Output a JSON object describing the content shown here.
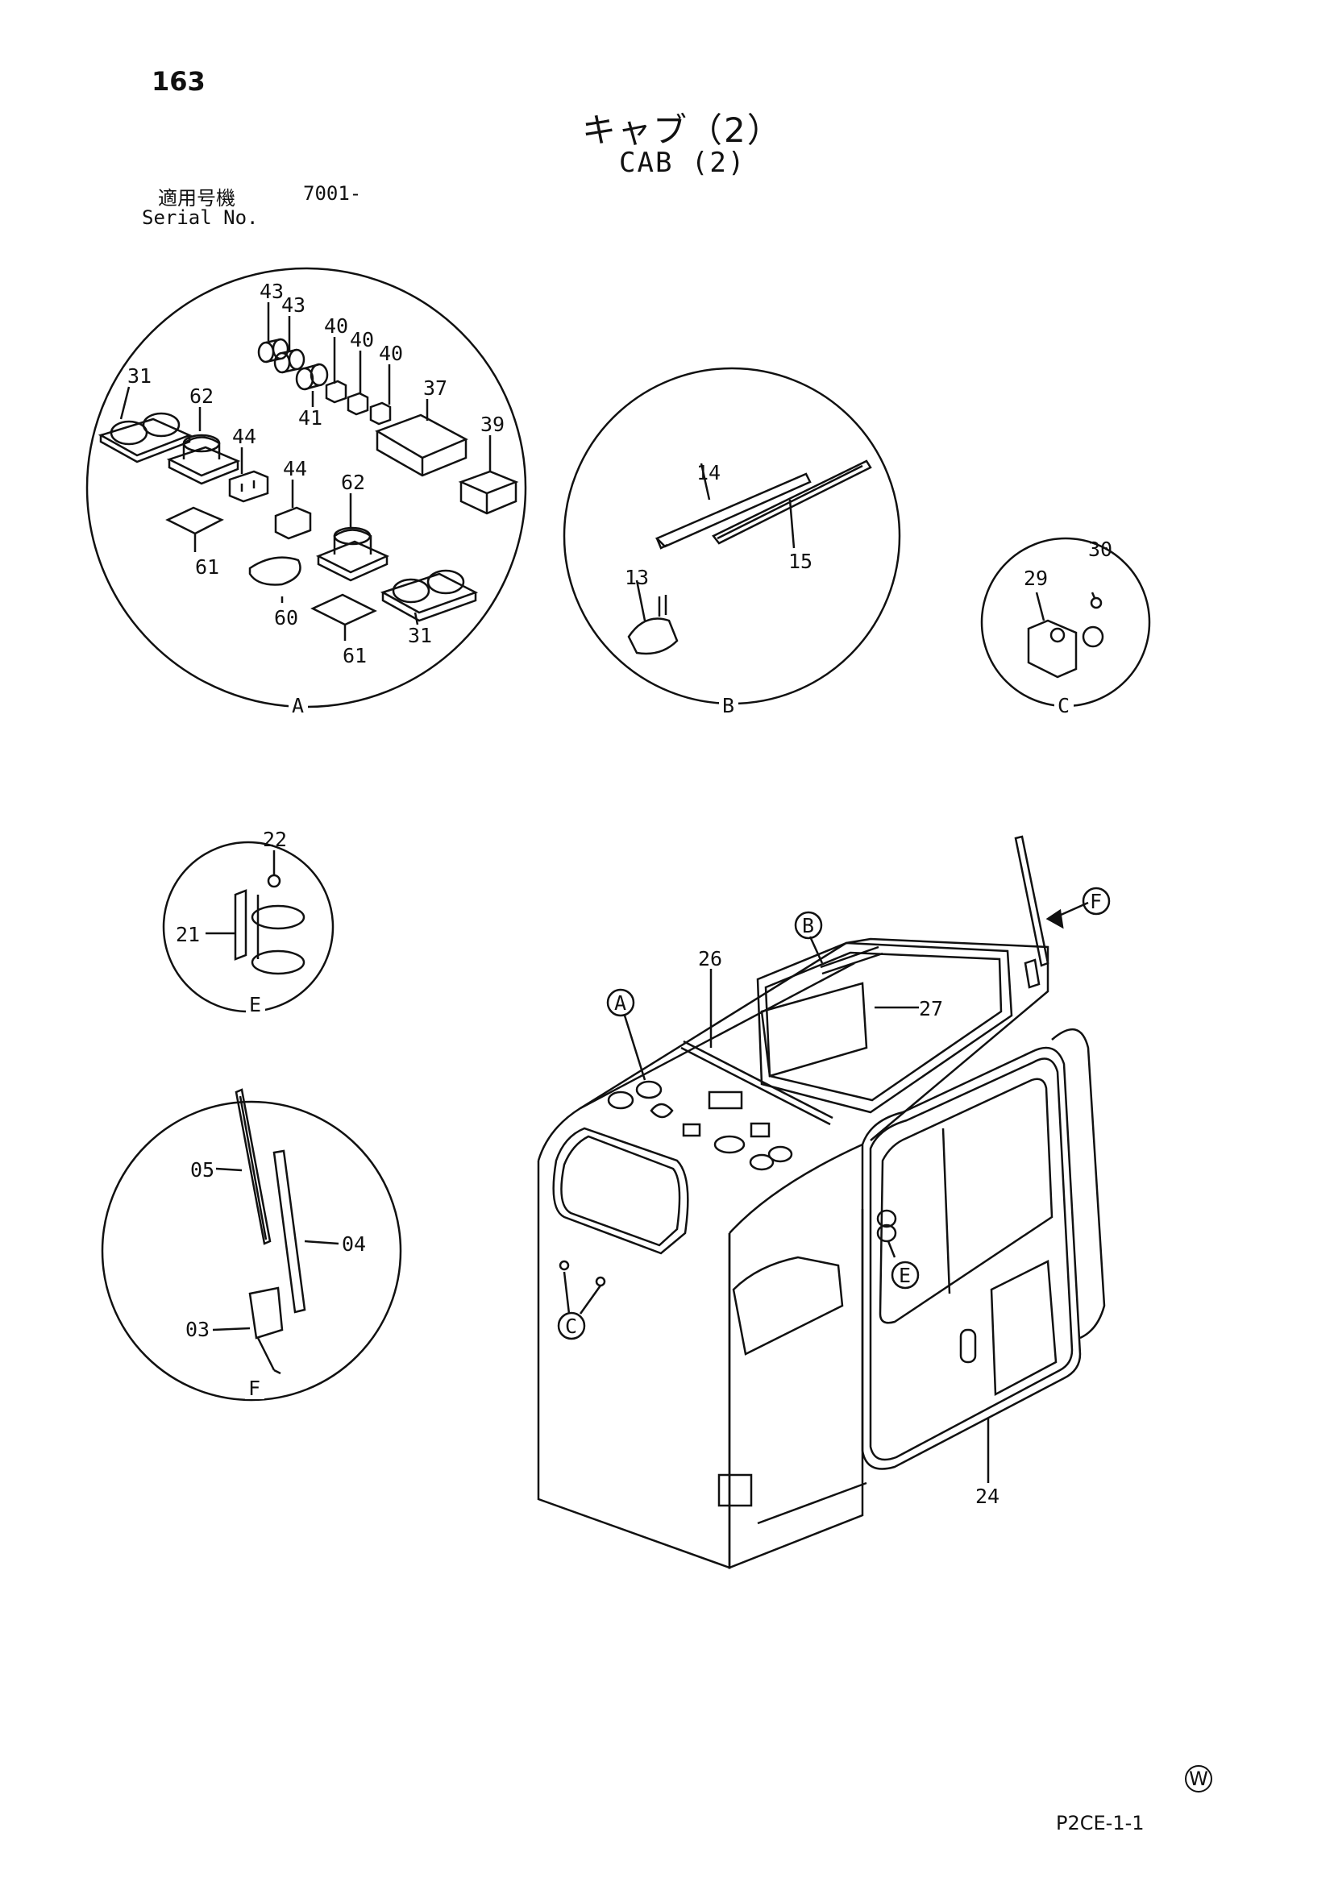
{
  "page_number": "163",
  "title_ja": "キャブ（2）",
  "title_en": "CAB (2)",
  "serial_label_ja": "適用号機",
  "serial_value": "7001-",
  "serial_label_en": "Serial No.",
  "detail_views": {
    "A": {
      "label": "A",
      "parts": [
        "43",
        "43",
        "40",
        "40",
        "40",
        "31",
        "62",
        "37",
        "41",
        "39",
        "44",
        "44",
        "62",
        "61",
        "60",
        "61",
        "31"
      ]
    },
    "B": {
      "label": "B",
      "parts": [
        "14",
        "15",
        "13"
      ]
    },
    "C": {
      "label": "C",
      "parts": [
        "30",
        "29"
      ]
    },
    "E": {
      "label": "E",
      "parts": [
        "22",
        "21"
      ]
    },
    "F": {
      "label": "F",
      "parts": [
        "05",
        "04",
        "03"
      ]
    }
  },
  "main_view": {
    "callouts": [
      "A",
      "B",
      "C",
      "E",
      "F"
    ],
    "parts": [
      "26",
      "27",
      "24"
    ]
  },
  "watermark_symbol": "W",
  "doc_ref": "P2CE-1-1"
}
